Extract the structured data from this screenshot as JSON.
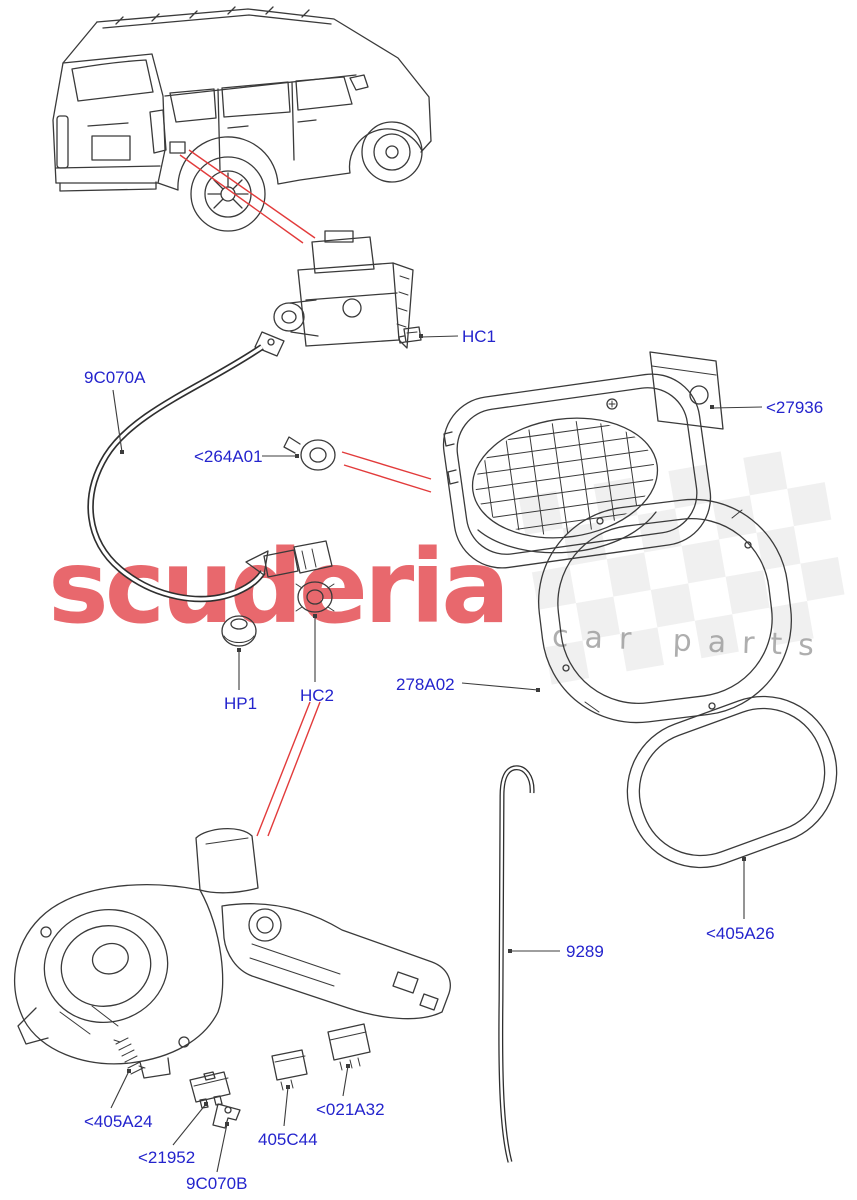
{
  "colors": {
    "background": "#ffffff",
    "line_art": "#3a3a3a",
    "reference_lines": "#e23b3b",
    "callout_text": "#2424cd",
    "watermark_brand": "#e4484e",
    "watermark_tagline": "#9b9b9b"
  },
  "watermark": {
    "brand": "scuderia",
    "tagline": "car parts"
  },
  "callouts": [
    {
      "id": "release-cable",
      "label": "9C070A"
    },
    {
      "id": "hc1-clip",
      "label": "HC1"
    },
    {
      "id": "filler-housing",
      "label": "<27936"
    },
    {
      "id": "sensor",
      "label": "<264A01"
    },
    {
      "id": "hc2-grommet",
      "label": "HC2"
    },
    {
      "id": "hp1-plug",
      "label": "HP1"
    },
    {
      "id": "seal-ring",
      "label": "278A02"
    },
    {
      "id": "release-rod",
      "label": "9289"
    },
    {
      "id": "fuel-door",
      "label": "<405A26"
    },
    {
      "id": "spring",
      "label": "<405A24"
    },
    {
      "id": "switch",
      "label": "<21952"
    },
    {
      "id": "cable-bracket",
      "label": "9C070B"
    },
    {
      "id": "relay-small",
      "label": "405C44"
    },
    {
      "id": "relay-large",
      "label": "<021A32"
    }
  ]
}
